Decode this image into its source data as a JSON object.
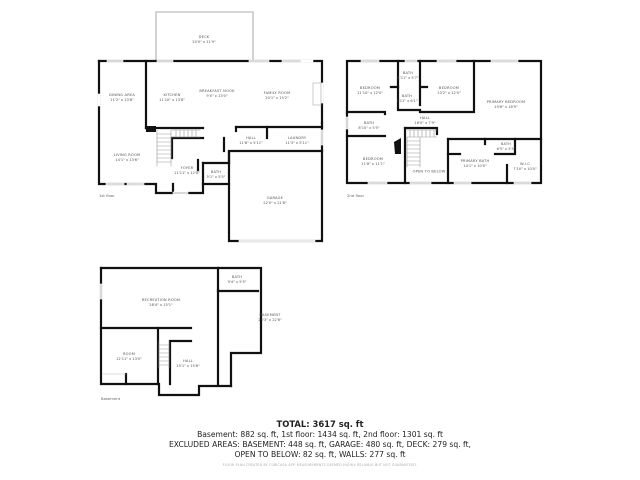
{
  "floors": {
    "first": {
      "label": "1st floor",
      "rooms": [
        {
          "name": "DECK",
          "dims": "20'0\" x 11'9\""
        },
        {
          "name": "DINING AREA",
          "dims": "11'2\" x 13'8\""
        },
        {
          "name": "KITCHEN",
          "dims": "11'10\" x 13'8\""
        },
        {
          "name": "BREAKFAST NOOK",
          "dims": "9'0\" x 13'0\""
        },
        {
          "name": "FAMILY ROOM",
          "dims": "20'1\" x 15'2\""
        },
        {
          "name": "LIVING ROOM",
          "dims": "14'1\" x 13'6\""
        },
        {
          "name": "HALL",
          "dims": "11'8\" x 5'11\""
        },
        {
          "name": "LAUNDRY",
          "dims": "11'3\" x 5'11\""
        },
        {
          "name": "FOYER",
          "dims": "11'11\" x 12'8\""
        },
        {
          "name": "BATH",
          "dims": "5'1\" x 5'5\""
        },
        {
          "name": "GARAGE",
          "dims": "22'0\" x 21'8\""
        }
      ]
    },
    "second": {
      "label": "2nd floor",
      "rooms": [
        {
          "name": "BEDROOM",
          "dims": "11'10\" x 12'0\""
        },
        {
          "name": "BATH",
          "dims": "4'11\" x 5'7\""
        },
        {
          "name": "BATH",
          "dims": "7'11\" x 6'1\""
        },
        {
          "name": "BEDROOM",
          "dims": "13'2\" x 12'0\""
        },
        {
          "name": "PRIMARY BEDROOM",
          "dims": "19'6\" x 18'9\""
        },
        {
          "name": "BATH",
          "dims": "8'10\" x 5'5\""
        },
        {
          "name": "HALL",
          "dims": "16'0\" x 7'9\""
        },
        {
          "name": "BEDROOM",
          "dims": "11'8\" x 11'1\""
        },
        {
          "name": "OPEN TO BELOW",
          "dims": ""
        },
        {
          "name": "PRIMARY BATH",
          "dims": "14'1\" x 10'0\""
        },
        {
          "name": "BATH",
          "dims": "6'5\" x 5'5\""
        },
        {
          "name": "W.I.C",
          "dims": "7'10\" x 10'0\""
        }
      ]
    },
    "basement": {
      "label": "Basement",
      "rooms": [
        {
          "name": "BATH",
          "dims": "9'4\" x 5'5\""
        },
        {
          "name": "RECREATION ROOM",
          "dims": "28'4\" x 15'1\""
        },
        {
          "name": "BASEMENT",
          "dims": "24'3\" x 22'8\""
        },
        {
          "name": "ROOM",
          "dims": "12'11\" x 13'0\""
        },
        {
          "name": "HALL",
          "dims": "15'1\" x 15'6\""
        }
      ]
    }
  },
  "summary": {
    "total": "TOTAL: 3617 sq. ft",
    "line1": "Basement: 882 sq. ft, 1st floor: 1434 sq. ft, 2nd floor: 1301 sq. ft",
    "line2": "EXCLUDED AREAS: BASEMENT: 448 sq. ft, GARAGE: 480 sq. ft, DECK: 279 sq. ft,",
    "line3": "OPEN TO BELOW: 82 sq. ft, WALLS: 277 sq. ft"
  },
  "disclaimer": "FLOOR PLAN CREATED BY CUBICASA APP. MEASUREMENTS DEEMED HIGHLY RELIABLE BUT NOT GUARANTEED.",
  "colors": {
    "wall": "#111111",
    "window": "#cfcfcf",
    "text": "#555555"
  }
}
